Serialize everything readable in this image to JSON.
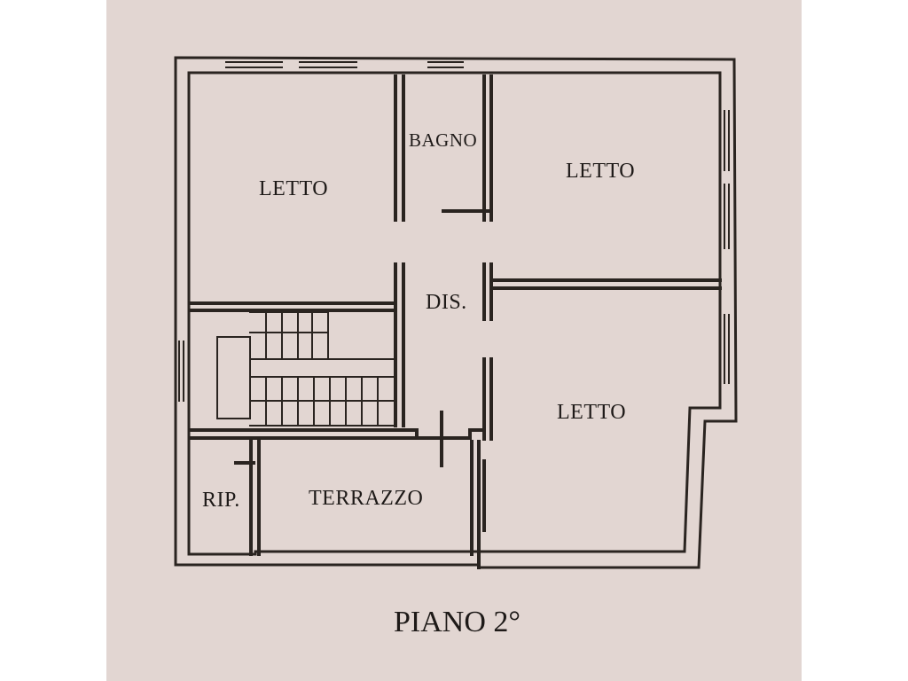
{
  "rooms": {
    "letto_nw": "LETTO",
    "bagno": "BAGNO",
    "letto_ne": "LETTO",
    "dis": "DIS.",
    "letto_se": "LETTO",
    "rip": "RIP.",
    "terrazzo": "TERRAZZO"
  },
  "floor_title": "PIANO 2°",
  "colors": {
    "paper": "#e2d6d2",
    "ink": "#2a2420",
    "background": "#ffffff"
  }
}
